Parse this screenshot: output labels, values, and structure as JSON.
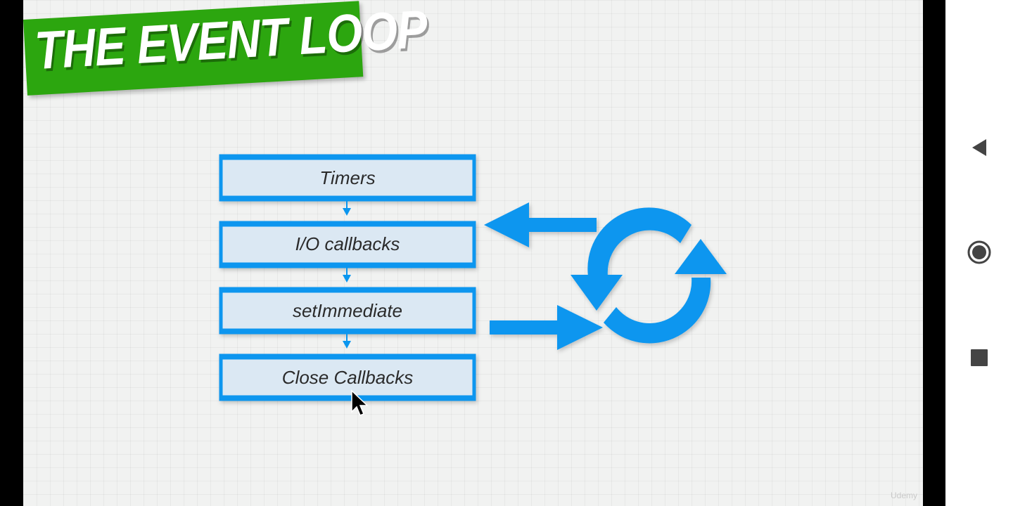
{
  "slide": {
    "title": "THE EVENT LOOP",
    "watermark": "Udemy"
  },
  "phases": [
    {
      "label": "Timers"
    },
    {
      "label": "I/O callbacks"
    },
    {
      "label": "setImmediate"
    },
    {
      "label": "Close Callbacks"
    }
  ],
  "colors": {
    "banner": "#2ca60f",
    "accent": "#0a96ef",
    "box_fill": "#dbe8f3"
  },
  "icons": [
    "arrow-left-icon",
    "arrow-right-icon",
    "loop-refresh-icon",
    "cursor-icon",
    "back-icon",
    "home-icon",
    "recents-icon"
  ],
  "system_nav": {
    "back": "back-icon",
    "home": "home-icon",
    "recents": "recents-icon"
  }
}
